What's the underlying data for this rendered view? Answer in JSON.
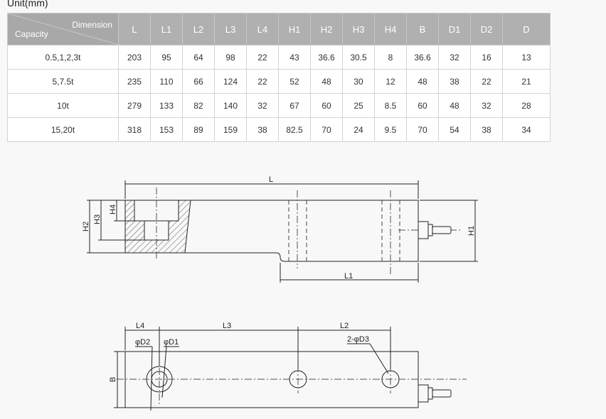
{
  "unit_label": "Unit(mm)",
  "table": {
    "corner_top": "Dimension",
    "corner_bottom": "Capacity",
    "headers": [
      "L",
      "L1",
      "L2",
      "L3",
      "L4",
      "H1",
      "H2",
      "H3",
      "H4",
      "B",
      "D1",
      "D2",
      "D"
    ],
    "rows": [
      {
        "capacity": "0.5,1,2,3t",
        "values": [
          "203",
          "95",
          "64",
          "98",
          "22",
          "43",
          "36.6",
          "30.5",
          "8",
          "36.6",
          "32",
          "16",
          "13"
        ]
      },
      {
        "capacity": "5,7.5t",
        "values": [
          "235",
          "110",
          "66",
          "124",
          "22",
          "52",
          "48",
          "30",
          "12",
          "48",
          "38",
          "22",
          "21"
        ]
      },
      {
        "capacity": "10t",
        "values": [
          "279",
          "133",
          "82",
          "140",
          "32",
          "67",
          "60",
          "25",
          "8.5",
          "60",
          "48",
          "32",
          "28"
        ]
      },
      {
        "capacity": "15,20t",
        "values": [
          "318",
          "153",
          "89",
          "159",
          "38",
          "82.5",
          "70",
          "24",
          "9.5",
          "70",
          "54",
          "38",
          "34"
        ]
      }
    ]
  },
  "drawing": {
    "side": {
      "L": "L",
      "L1": "L1",
      "H1": "H1",
      "H2": "H2",
      "H3": "H3",
      "H4": "H4"
    },
    "top": {
      "L4": "L4",
      "L3": "L3",
      "L2": "L2",
      "D2": "φD2",
      "D1": "φD1",
      "D3": "2-φD3",
      "B": "B"
    }
  }
}
